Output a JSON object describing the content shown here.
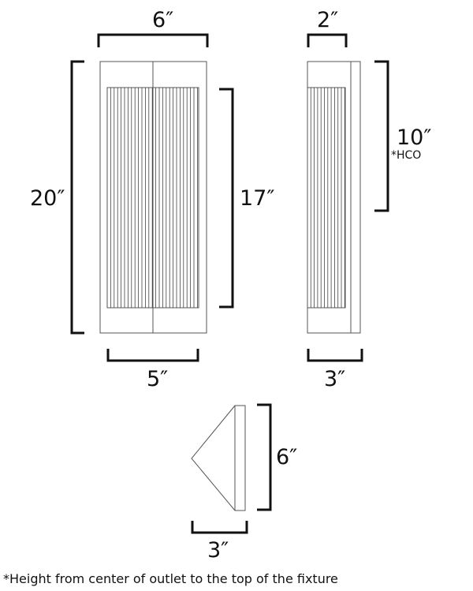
{
  "dimensions": {
    "front_width": "6″",
    "front_height": "20″",
    "diffuser_height": "17″",
    "backplate_width": "5″",
    "side_top_depth": "2″",
    "hco_height": "10″",
    "hco_label": "*HCO",
    "side_bottom_depth": "3″",
    "top_view_width": "6″",
    "top_view_depth": "3″"
  },
  "footnote": "*Height from center of outlet to the top of the fixture"
}
